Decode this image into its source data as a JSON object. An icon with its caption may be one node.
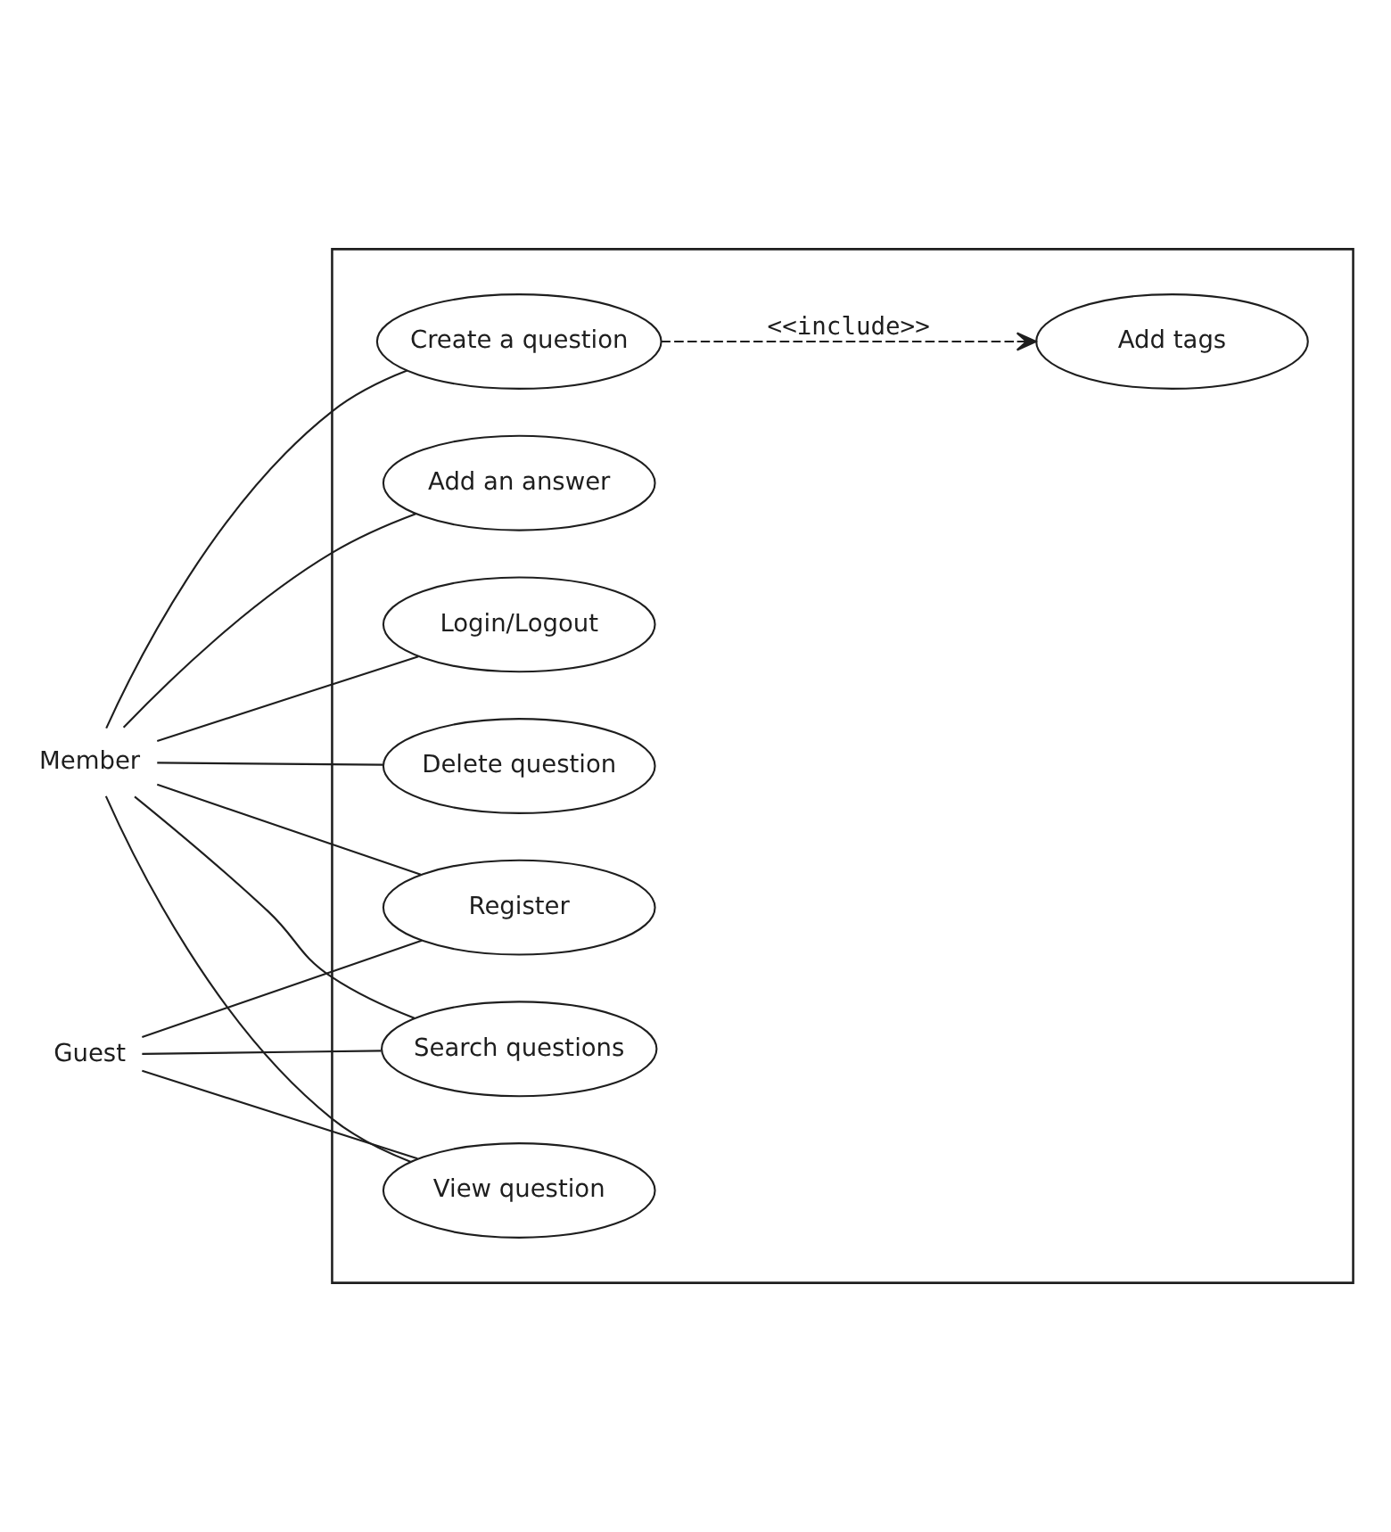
{
  "diagram": {
    "nodes": [
      {
        "text": [
          "Member"
        ]
      },
      {
        "text": [
          "Guest"
        ]
      },
      {
        "text": [],
        "shape": "box"
      },
      {
        "text": [
          "Create a question"
        ],
        "in": 2
      },
      {
        "text": [
          "Add an answer"
        ],
        "in": 2
      },
      {
        "text": [
          "Login/Logout"
        ],
        "in": 2
      },
      {
        "text": [
          "Register"
        ],
        "in": 2
      },
      {
        "text": [
          "Delete question"
        ],
        "in": 2
      },
      {
        "text": [
          "Search questions"
        ],
        "in": 2
      },
      {
        "text": [
          "View question"
        ],
        "in": 2
      },
      {
        "text": [
          "Add tags"
        ],
        "in": 2
      }
    ],
    "edges": [
      {
        "from": 0,
        "to": 3,
        "arrow": "none"
      },
      {
        "from": 0,
        "to": 4,
        "arrow": "none"
      },
      {
        "from": 0,
        "to": 5,
        "arrow": "none"
      },
      {
        "from": 0,
        "to": 6,
        "arrow": "none"
      },
      {
        "from": 0,
        "to": 7,
        "arrow": "none"
      },
      {
        "from": 0,
        "to": 8,
        "arrow": "none"
      },
      {
        "from": 0,
        "to": 9,
        "arrow": "none"
      },
      {
        "from": 1,
        "to": 6,
        "arrow": "none"
      },
      {
        "from": 1,
        "to": 8,
        "arrow": "none"
      },
      {
        "from": 1,
        "to": 9,
        "arrow": "none"
      },
      {
        "from": 3,
        "to": 10,
        "arrow": "to",
        "label": "<<include>>",
        "style": "dashed"
      }
    ]
  }
}
